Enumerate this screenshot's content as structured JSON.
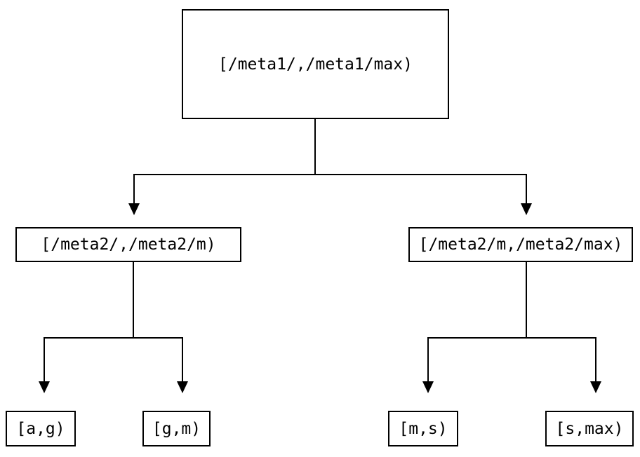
{
  "diagram": {
    "type": "binary-interval-partition-tree",
    "background_color": "#ffffff",
    "line_color": "#000000",
    "nodes": {
      "root": {
        "label": "[/meta1/,/meta1/max)"
      },
      "left": {
        "label": "[/meta2/,/meta2/m)"
      },
      "right": {
        "label": "[/meta2/m,/meta2/max)"
      },
      "leaf_ag": {
        "label": "[a,g)"
      },
      "leaf_gm": {
        "label": "[g,m)"
      },
      "leaf_ms": {
        "label": "[m,s)"
      },
      "leaf_smax": {
        "label": "[s,max)"
      }
    },
    "edges": [
      {
        "from": "root",
        "to": "left"
      },
      {
        "from": "root",
        "to": "right"
      },
      {
        "from": "left",
        "to": "leaf_ag"
      },
      {
        "from": "left",
        "to": "leaf_gm"
      },
      {
        "from": "right",
        "to": "leaf_ms"
      },
      {
        "from": "right",
        "to": "leaf_smax"
      }
    ]
  }
}
